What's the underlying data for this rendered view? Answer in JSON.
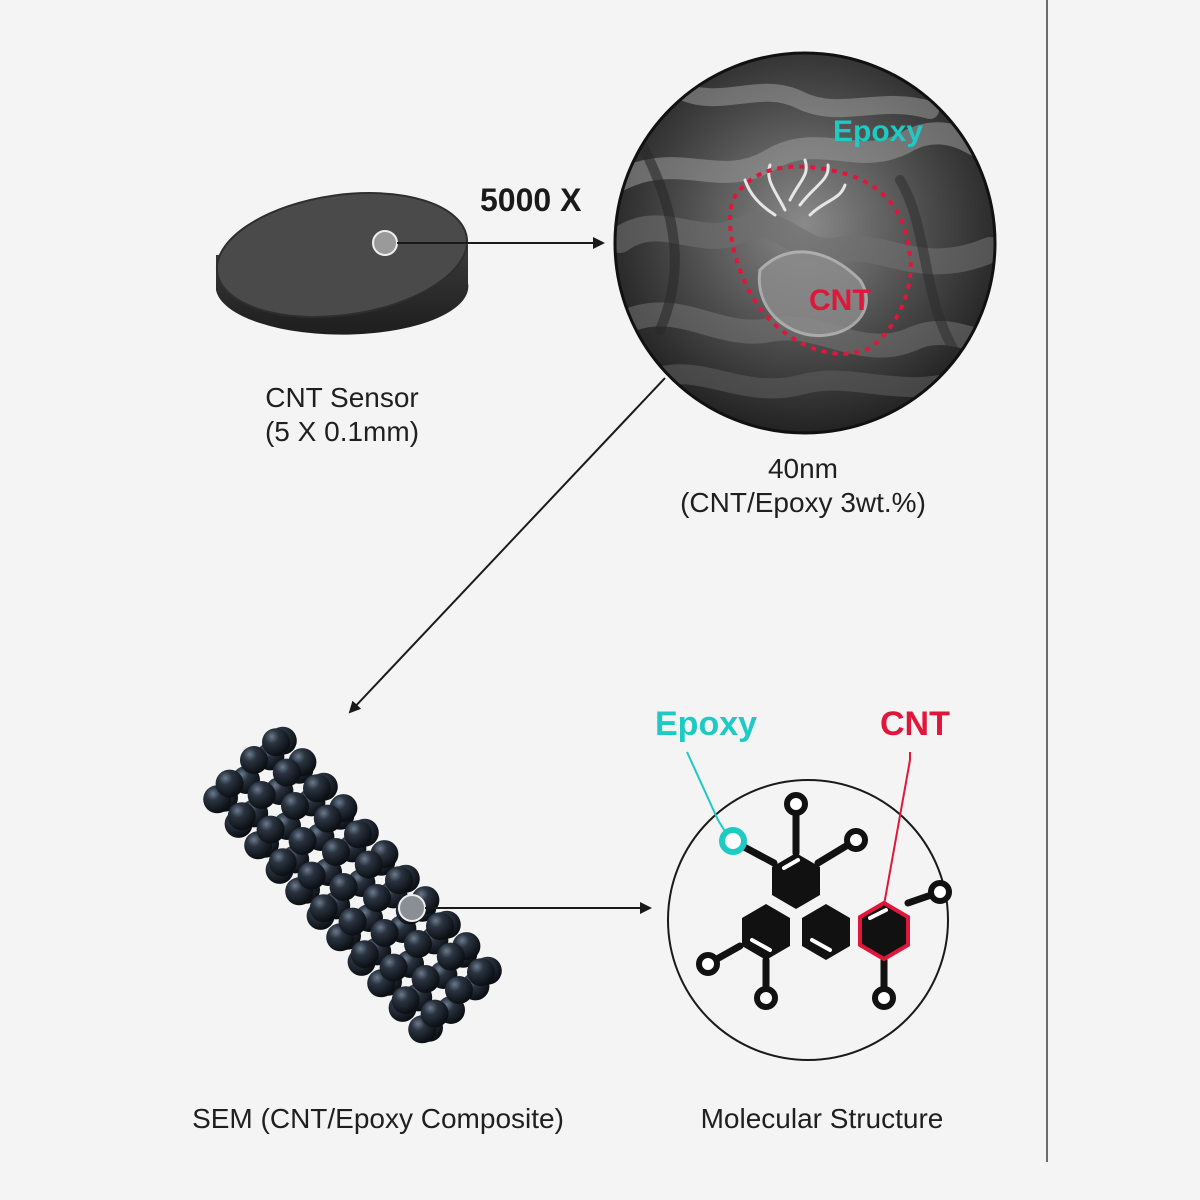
{
  "colors": {
    "epoxy": "#1fc9c4",
    "cnt": "#e0163a",
    "background": "#f4f4f4",
    "line": "#1a1a1a"
  },
  "magnification": "5000 X",
  "sensor": {
    "title": "CNT Sensor",
    "subtitle": "(5 X 0.1mm)"
  },
  "sem_zoom": {
    "epoxy_tag": "Epoxy",
    "cnt_tag": "CNT",
    "title": "40nm",
    "subtitle": "(CNT/Epoxy 3wt.%)"
  },
  "tube": {
    "caption": "SEM (CNT/Epoxy Composite)"
  },
  "molecule": {
    "epoxy_tag": "Epoxy",
    "cnt_tag": "CNT",
    "caption": "Molecular Structure"
  }
}
